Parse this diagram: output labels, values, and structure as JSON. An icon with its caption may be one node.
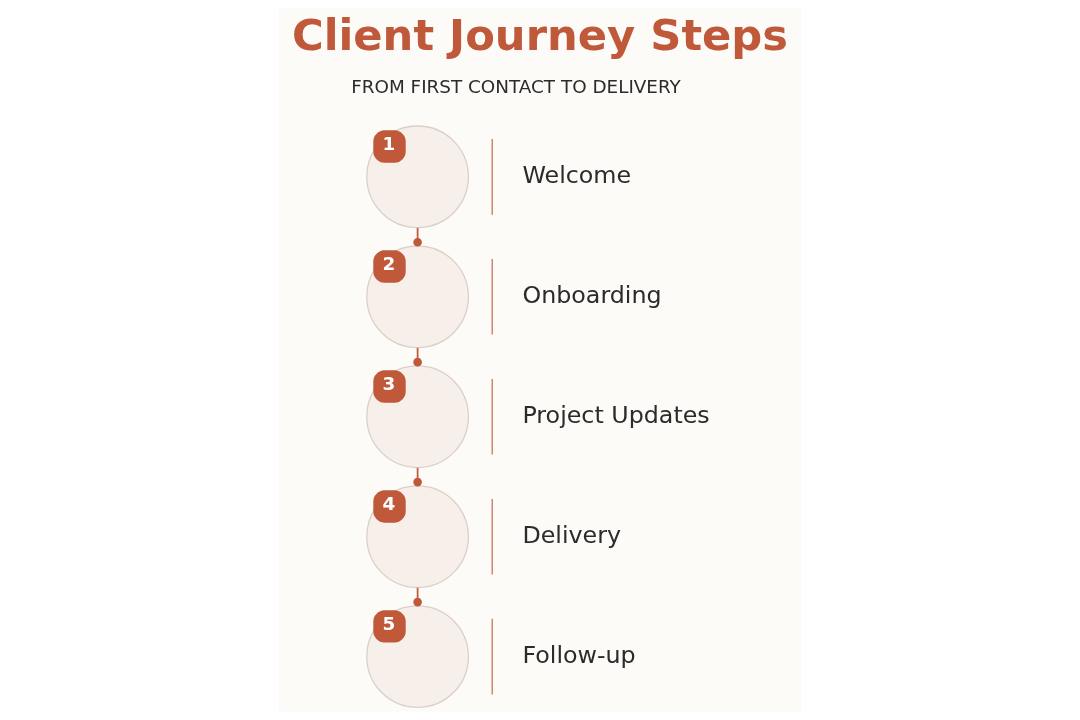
{
  "diagram": {
    "title": "Client Journey Steps",
    "nodes": [
      {
        "text": [
          "1"
        ],
        "beside": [
          "Welcome"
        ]
      },
      {
        "text": [
          "2"
        ],
        "beside": [
          "Onboarding"
        ]
      },
      {
        "text": [
          "3"
        ],
        "beside": [
          "Project Updates"
        ]
      },
      {
        "text": [
          "4"
        ],
        "beside": [
          "Delivery"
        ]
      },
      {
        "text": [
          "5"
        ],
        "beside": [
          "Follow-up"
        ]
      }
    ],
    "edges": [
      {
        "from": 0,
        "to": 1,
        "arrow": "other"
      },
      {
        "from": 1,
        "to": 2,
        "arrow": "other"
      },
      {
        "from": 2,
        "to": 3,
        "arrow": "other"
      },
      {
        "from": 3,
        "to": 4,
        "arrow": "other"
      }
    ],
    "labels": [
      "FROM FIRST CONTACT TO DELIVERY"
    ]
  }
}
